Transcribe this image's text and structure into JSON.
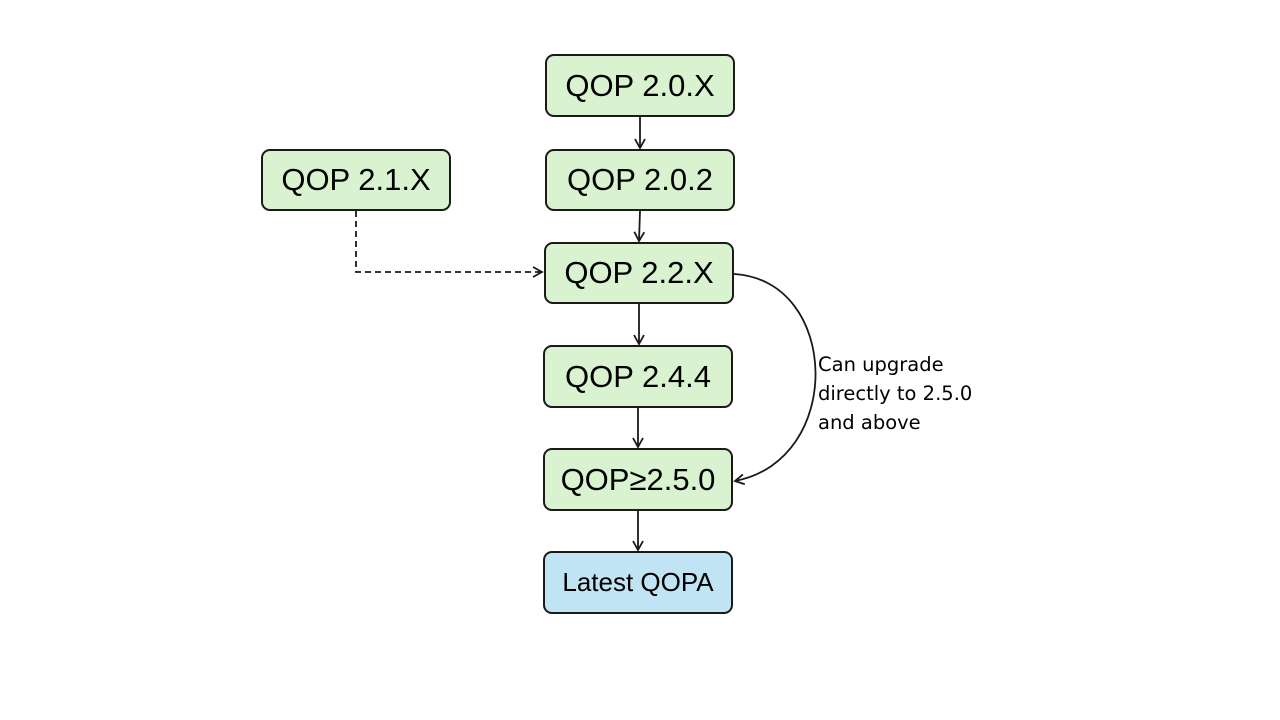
{
  "diagram": {
    "nodes": {
      "qop_20x": "QOP 2.0.X",
      "qop_21x": "QOP 2.1.X",
      "qop_202": "QOP 2.0.2",
      "qop_22x": "QOP 2.2.X",
      "qop_244": "QOP 2.4.4",
      "qop_250": "QOP≥2.5.0",
      "latest": "Latest QOPA"
    },
    "note_lines": [
      "Can upgrade",
      "directly to 2.5.0",
      "and above"
    ],
    "colors": {
      "node_fill": "#d9f2d0",
      "final_fill": "#c0e4f4",
      "stroke": "#1a1a1a"
    },
    "edges": [
      {
        "from": "QOP 2.0.X",
        "to": "QOP 2.0.2",
        "style": "solid"
      },
      {
        "from": "QOP 2.0.2",
        "to": "QOP 2.2.X",
        "style": "solid"
      },
      {
        "from": "QOP 2.1.X",
        "to": "QOP 2.2.X",
        "style": "dashed"
      },
      {
        "from": "QOP 2.2.X",
        "to": "QOP 2.4.4",
        "style": "solid"
      },
      {
        "from": "QOP 2.4.4",
        "to": "QOP≥2.5.0",
        "style": "solid"
      },
      {
        "from": "QOP 2.2.X",
        "to": "QOP≥2.5.0",
        "style": "curved"
      },
      {
        "from": "QOP≥2.5.0",
        "to": "Latest QOPA",
        "style": "solid"
      }
    ]
  }
}
